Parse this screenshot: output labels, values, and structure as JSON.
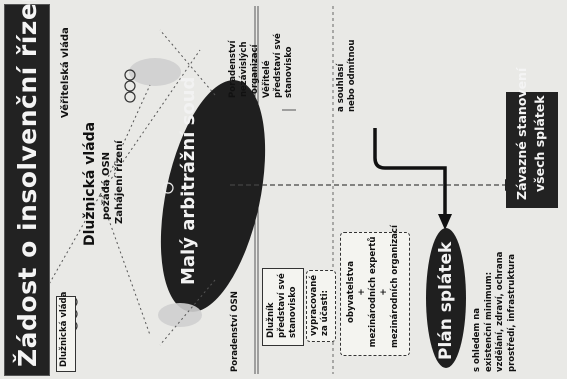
{
  "title": "Žádost o insolvenční řízení",
  "debtor_gov_left": "Dlužnická vláda",
  "debtor_gov_main": "Dlužnická vláda",
  "osn_request": "požádá OSN",
  "proceedings_start": "Zahájení řízení",
  "creditor_gov": "Věřitelská vláda",
  "independent_advice": [
    "Poradenství",
    "nezávislých",
    "organizací"
  ],
  "osn_advice": "Poradenství OSN",
  "court": "Malý arbitrážní soud",
  "creditors": [
    "Věřitelé",
    "představí své",
    "stanovisko"
  ],
  "agree": [
    "a souhlasí",
    "nebo odmítnou"
  ],
  "debtor_box": {
    "presents": [
      "Dlužník",
      "představí své",
      "stanovisko"
    ],
    "prepared": [
      "vypracované",
      "za účasti:"
    ]
  },
  "participants": [
    "obyvatelstva",
    "+",
    "mezinárodních expertů",
    "+",
    "mezinárodních organizací"
  ],
  "plan_title": "Plán splátek",
  "plan_desc": [
    "s ohledem na",
    "existenční minimum:",
    "vzdělání, zdraví, ochrana",
    "prostředí, infrastruktura"
  ],
  "result": [
    "Závazné stanovení",
    "všech splátek"
  ],
  "colors": {
    "ellipse": "#1f1f1f",
    "box": "#222222",
    "paper": "#e9e9e6",
    "text_light": "#f4f4f4"
  }
}
